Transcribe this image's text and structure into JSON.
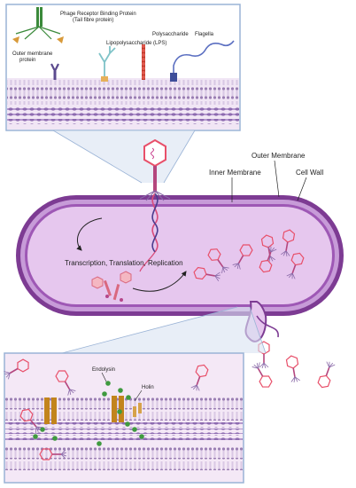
{
  "top_inset": {
    "phage_receptor_binding_protein": "Phage Receptor Binding Protein",
    "tail_fibre_protein": "(Tail fibre protein)",
    "lps": "Lipopolysaccharide (LPS)",
    "polysaccharide": "Polysaccharide",
    "flagella": "Flagella",
    "outer_membrane_protein_1": "Outer membrane",
    "outer_membrane_protein_2": "protein"
  },
  "cell": {
    "outer_membrane": "Outer Membrane",
    "inner_membrane": "Inner Membrane",
    "cell_wall": "Cell Wall",
    "process_label": "Transcription, Translation, Replication"
  },
  "bottom_inset": {
    "endolysin": "Endolysin",
    "holin": "Holin"
  },
  "colors": {
    "cell_fill": "#e6c7ee",
    "cell_outer": "#7d3b93",
    "inset_border": "#9ab3d6",
    "inset_bg": "#f1e6f5",
    "phage_head": "#e8506a",
    "holin": "#c2841c",
    "endolysin": "#3f9a3f"
  }
}
